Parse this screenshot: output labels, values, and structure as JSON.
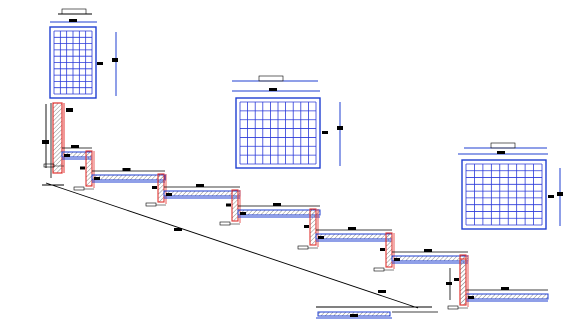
{
  "diagram": {
    "kind": "stair-section-drawing",
    "colors": {
      "background": "#ffffff",
      "line": "#000000",
      "dimension": "#1f3fd1",
      "wall": "#e1322f",
      "concrete_hatch": "#6a6a6a",
      "panel_fill": "#ffffff",
      "panel_grid": "#2b3ad9",
      "tag": "#000000"
    },
    "panels": [
      {
        "id": "panel-1",
        "cols": 6,
        "rows": 10
      },
      {
        "id": "panel-2",
        "cols": 10,
        "rows": 7
      },
      {
        "id": "panel-3",
        "cols": 9,
        "rows": 9
      }
    ],
    "landings": [
      {
        "id": "landing-1"
      },
      {
        "id": "landing-2"
      },
      {
        "id": "landing-3"
      },
      {
        "id": "landing-4"
      },
      {
        "id": "landing-5"
      },
      {
        "id": "landing-6"
      },
      {
        "id": "landing-7"
      }
    ]
  }
}
